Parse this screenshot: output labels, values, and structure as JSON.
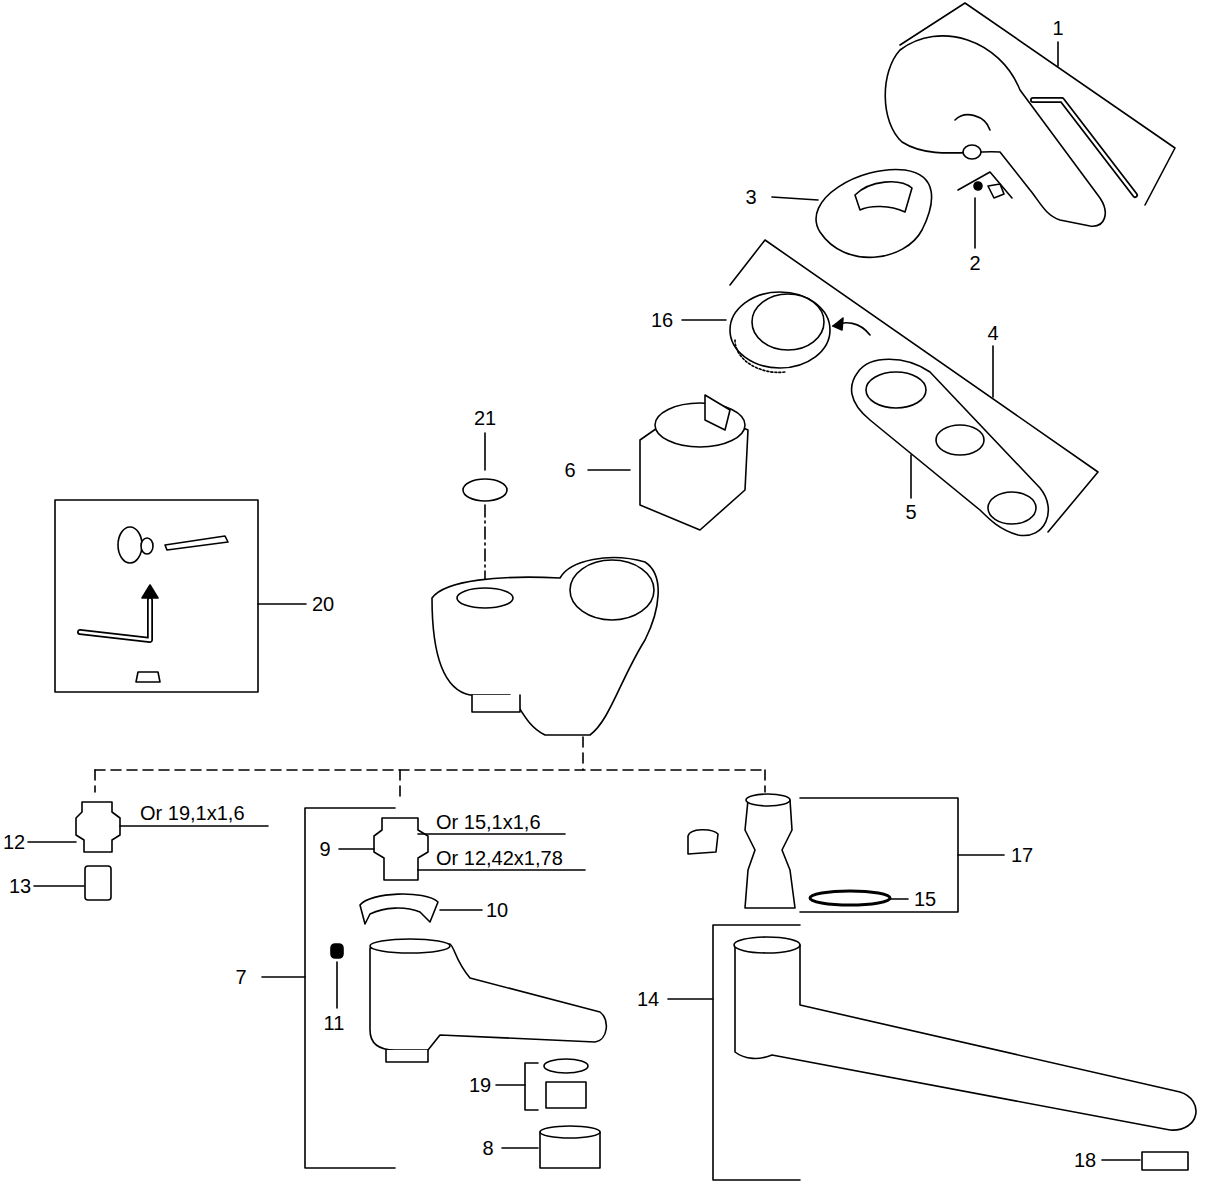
{
  "diagram": {
    "labels": [
      "1",
      "3",
      "2",
      "16",
      "4",
      "21",
      "6",
      "5",
      "20",
      "Or 19,1x1,6",
      "Or 15,1x1,6",
      "12",
      "9",
      "17",
      "Or 12,42x1,78",
      "13",
      "15",
      "10",
      "7",
      "14",
      "11",
      "19",
      "8",
      "18"
    ]
  }
}
